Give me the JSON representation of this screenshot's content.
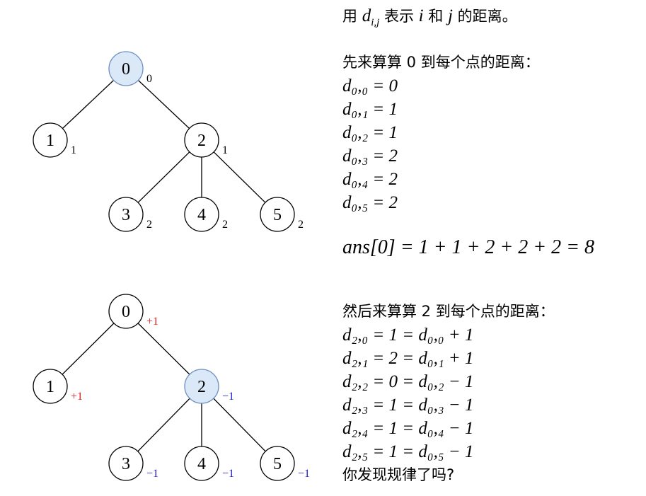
{
  "colors": {
    "highlight_fill": "#dbe8f8",
    "highlight_stroke": "#6c8ebf",
    "increase": "#e02020",
    "decrease": "#2020c8"
  },
  "trees": [
    {
      "root_highlight": "0",
      "nodes": [
        {
          "id": "0",
          "label": "0",
          "dist": "0",
          "dist_color": "normal"
        },
        {
          "id": "1",
          "label": "1",
          "dist": "1",
          "dist_color": "normal"
        },
        {
          "id": "2",
          "label": "2",
          "dist": "1",
          "dist_color": "normal"
        },
        {
          "id": "3",
          "label": "3",
          "dist": "2",
          "dist_color": "normal"
        },
        {
          "id": "4",
          "label": "4",
          "dist": "2",
          "dist_color": "normal"
        },
        {
          "id": "5",
          "label": "5",
          "dist": "2",
          "dist_color": "normal"
        }
      ],
      "edges": [
        [
          "0",
          "1"
        ],
        [
          "0",
          "2"
        ],
        [
          "2",
          "3"
        ],
        [
          "2",
          "4"
        ],
        [
          "2",
          "5"
        ]
      ]
    },
    {
      "root_highlight": "2",
      "nodes": [
        {
          "id": "0",
          "label": "0",
          "dist": "+1",
          "dist_color": "increase"
        },
        {
          "id": "1",
          "label": "1",
          "dist": "+1",
          "dist_color": "increase"
        },
        {
          "id": "2",
          "label": "2",
          "dist": "−1",
          "dist_color": "decrease"
        },
        {
          "id": "3",
          "label": "3",
          "dist": "−1",
          "dist_color": "decrease"
        },
        {
          "id": "4",
          "label": "4",
          "dist": "−1",
          "dist_color": "decrease"
        },
        {
          "id": "5",
          "label": "5",
          "dist": "−1",
          "dist_color": "decrease"
        }
      ],
      "edges": [
        [
          "0",
          "1"
        ],
        [
          "0",
          "2"
        ],
        [
          "2",
          "3"
        ],
        [
          "2",
          "4"
        ],
        [
          "2",
          "5"
        ]
      ]
    }
  ],
  "text": {
    "intro": {
      "p1": "用 ",
      "m1": "d",
      "m1_sub": "i,j",
      "p2": " 表示 ",
      "m2": "i",
      "p3": " 和 ",
      "m3": "j",
      "p4": " 的距离。"
    },
    "section1_heading": "先来算算 0 到每个点的距离：",
    "section1_lines": [
      "d₀,₀ = 0",
      "d₀,₁ = 1",
      "d₀,₂ = 1",
      "d₀,₃ = 2",
      "d₀,₄ = 2",
      "d₀,₅ = 2"
    ],
    "ans_line": "ans[0] = 1 + 1 + 2 + 2 + 2 = 8",
    "section2_heading": "然后来算算 2 到每个点的距离：",
    "section2_lines": [
      "d₂,₀ = 1 = d₀,₀ + 1",
      "d₂,₁ = 2 = d₀,₁ + 1",
      "d₂,₂ = 0 = d₀,₂ − 1",
      "d₂,₃ = 1 = d₀,₃ − 1",
      "d₂,₄ = 1 = d₀,₄ − 1",
      "d₂,₅ = 1 = d₀,₅ − 1"
    ],
    "closing": "你发现规律了吗?"
  }
}
